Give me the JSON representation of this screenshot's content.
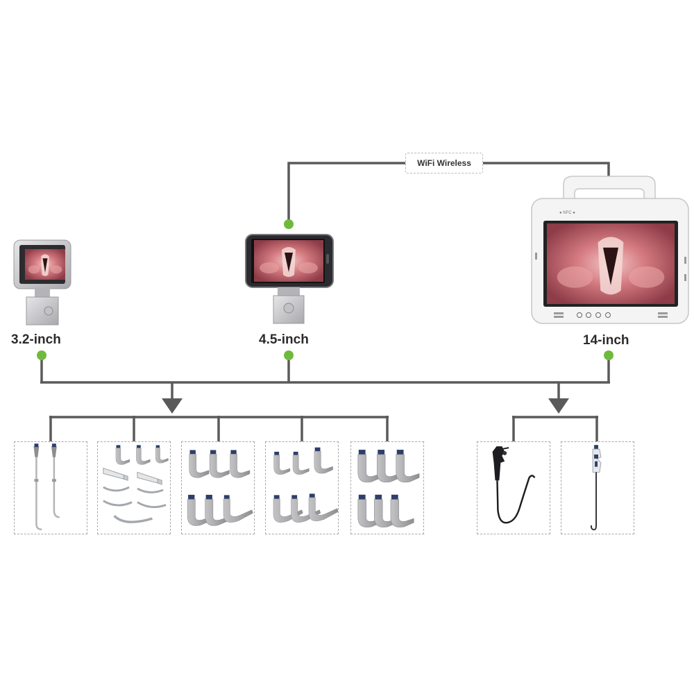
{
  "connection": {
    "wireless_label": "WiFi Wireless"
  },
  "devices": [
    {
      "id": "device-3-2",
      "label": "3.2-inch",
      "icon": "handheld-monitor-icon"
    },
    {
      "id": "device-4-5",
      "label": "4.5-inch",
      "icon": "handheld-monitor-icon"
    },
    {
      "id": "device-14",
      "label": "14-inch",
      "icon": "tablet-monitor-icon"
    }
  ],
  "accessories": [
    {
      "id": "stylet-set",
      "icon": "intubation-stylet-icon"
    },
    {
      "id": "clear-blade-set",
      "icon": "transparent-blade-icon"
    },
    {
      "id": "blade-set-a",
      "icon": "laryngoscope-blade-icon"
    },
    {
      "id": "blade-set-b",
      "icon": "laryngoscope-blade-icon"
    },
    {
      "id": "blade-set-c",
      "icon": "laryngoscope-blade-icon"
    },
    {
      "id": "flexible-scope",
      "icon": "flexible-endoscope-icon"
    },
    {
      "id": "guide-scope",
      "icon": "guide-scope-icon"
    }
  ],
  "colors": {
    "connector": "#5a5a5a",
    "node": "#6fba3c",
    "device_body": "#c9c9cb",
    "screen_bezel": "#2c2c30",
    "screen_tissue": "#c96a72",
    "blade": "#a8a8aa",
    "blade_cap": "#2d3e6a"
  }
}
